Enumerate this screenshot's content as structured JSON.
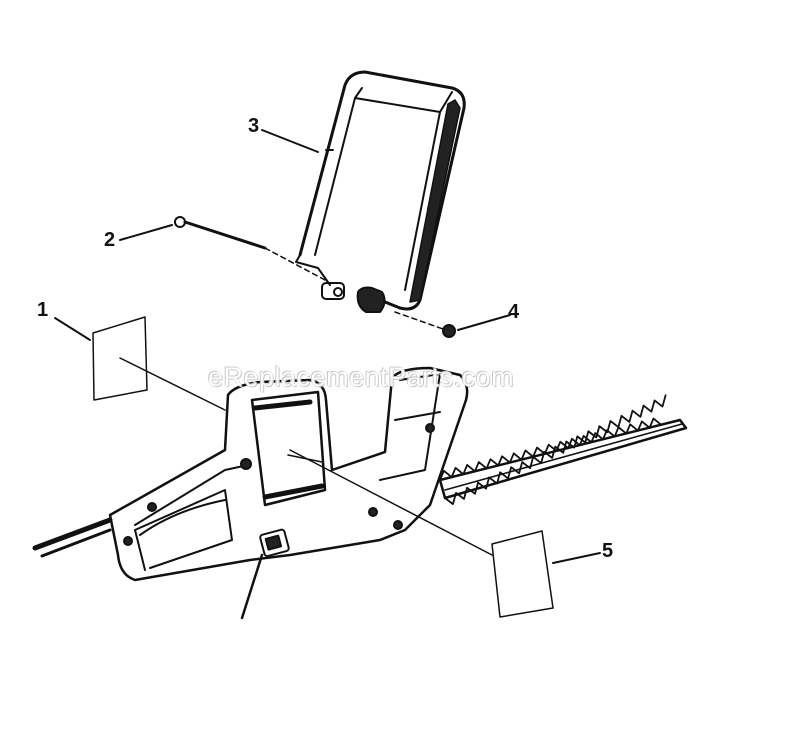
{
  "diagram": {
    "type": "exploded-parts-diagram",
    "subject": "electric hedge trimmer",
    "watermark": "eReplacementParts.com",
    "callouts": [
      {
        "number": "1",
        "part": "label (left side of housing)"
      },
      {
        "number": "2",
        "part": "screw"
      },
      {
        "number": "3",
        "part": "front handle guard"
      },
      {
        "number": "4",
        "part": "nut"
      },
      {
        "number": "5",
        "part": "label (right side of housing)"
      }
    ],
    "colors": {
      "line": "#111111",
      "background": "#ffffff",
      "watermark": "#ffffff"
    }
  }
}
